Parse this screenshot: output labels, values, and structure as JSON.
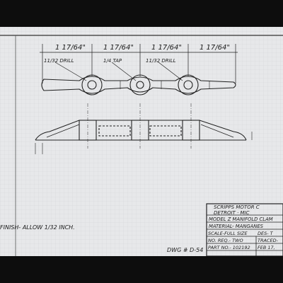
{
  "dimensions": {
    "spacing_1": "1 17/64\"",
    "spacing_2": "1 17/64\"",
    "spacing_3": "1 17/64\"",
    "spacing_4": "1 17/64\""
  },
  "callouts": {
    "drill_left": "11/32 DRILL",
    "tap": "1/4 TAP",
    "drill_right": "11/32 DRILL"
  },
  "finish_note": "FINISH- ALLOW 1/32 INCH.",
  "dwg_no": "DWG # D-54",
  "title_block": {
    "line1": "SCRIPPS MOTOR C",
    "line2": "DETROIT · MIC",
    "line3": "MODEL Z MANIFOLD CLAM",
    "line4": "MATERIAL- MANGANES",
    "line5a": "SCALE-FULL SIZE",
    "line5b": "DES- T",
    "line6a": "NO. REQ.- TWO",
    "line6b": "TRACED-",
    "line7a": "PART NO.- 102192",
    "line7b": "FEB 17,"
  }
}
